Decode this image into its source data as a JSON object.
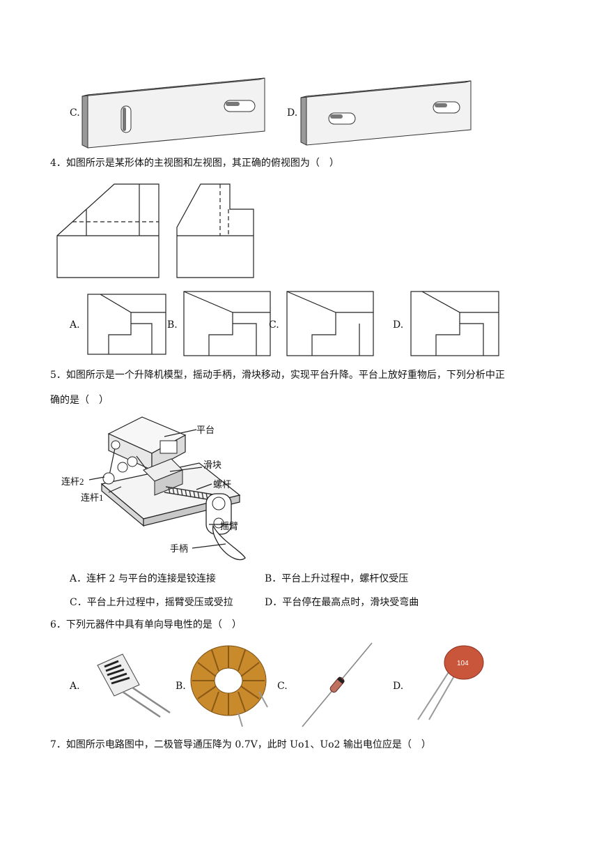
{
  "q3": {
    "option_c": "C.",
    "option_d": "D."
  },
  "q4": {
    "stem": "4．如图所示是某形体的主视图和左视图，其正确的俯视图为（　）",
    "options": [
      "A.",
      "B.",
      "C.",
      "D."
    ]
  },
  "q5": {
    "stem_line1": "5．如图所示是一个升降机模型，摇动手柄，滑块移动，实现平台升降。平台上放好重物后，下列分析中正",
    "stem_line2": "确的是（　）",
    "figure_labels": {
      "platform": "平台",
      "slider": "滑块",
      "link2": "连杆2",
      "screw": "螺杆",
      "link1": "连杆1",
      "rocker": "摇臂",
      "handle": "手柄"
    },
    "options": {
      "a": "A．连杆 2 与平台的连接是铰连接",
      "b": "B．平台上升过程中，螺杆仅受压",
      "c": "C．平台上升过程中，摇臂受压或受拉",
      "d": "D．平台停在最高点时，滑块受弯曲"
    }
  },
  "q6": {
    "stem": "6．下列元器件中具有单向导电性的是（　）",
    "options": [
      "A.",
      "B.",
      "C.",
      "D."
    ],
    "capacitor_mark": "104"
  },
  "q7": {
    "stem": "7．如图所示电路图中，二极管导通压降为 0.7V，此时 Uo1、Uo2 输出电位应是（　）"
  }
}
